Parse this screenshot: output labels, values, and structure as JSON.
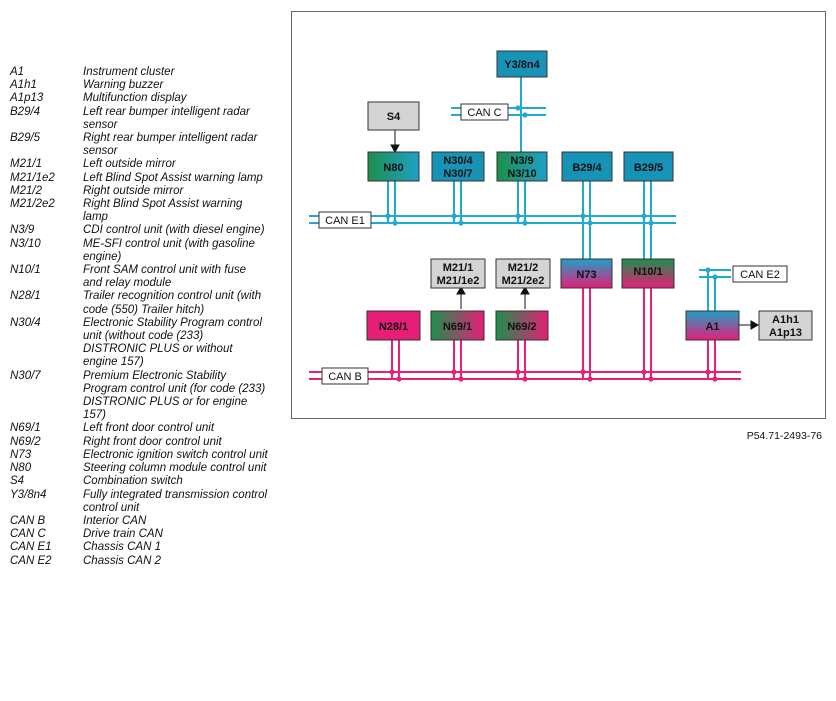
{
  "legend": [
    {
      "code": "A1",
      "desc": "Instrument cluster"
    },
    {
      "code": "A1h1",
      "desc": "Warning buzzer"
    },
    {
      "code": "A1p13",
      "desc": "Multifunction display"
    },
    {
      "code": "B29/4",
      "desc": "Left rear bumper intelligent radar sensor"
    },
    {
      "code": "B29/5",
      "desc": "Right rear bumper intelligent radar sensor"
    },
    {
      "code": "M21/1",
      "desc": "Left outside mirror"
    },
    {
      "code": "M21/1e2",
      "desc": "Left Blind Spot Assist warning lamp"
    },
    {
      "code": "M21/2",
      "desc": "Right outside mirror"
    },
    {
      "code": "M21/2e2",
      "desc": "Right Blind Spot Assist warning lamp"
    },
    {
      "code": "N3/9",
      "desc": "CDI control unit (with diesel engine)"
    },
    {
      "code": "N3/10",
      "desc": "ME-SFI control unit (with gasoline engine)"
    },
    {
      "code": "N10/1",
      "desc": "Front SAM control unit with fuse and relay module"
    },
    {
      "code": "N28/1",
      "desc": "Trailer recognition control unit (with code (550) Trailer hitch)"
    },
    {
      "code": "N30/4",
      "desc": "Electronic Stability Program control unit (without code (233) DISTRONIC PLUS or without engine 157)"
    },
    {
      "code": "N30/7",
      "desc": "Premium Electronic Stability Program control unit (for code (233) DISTRONIC PLUS or for engine 157)"
    },
    {
      "code": "N69/1",
      "desc": "Left front door control unit"
    },
    {
      "code": "N69/2",
      "desc": "Right front door control unit"
    },
    {
      "code": "N73",
      "desc": "Electronic ignition switch control unit"
    },
    {
      "code": "N80",
      "desc": "Steering column module control unit"
    },
    {
      "code": "S4",
      "desc": "Combination switch"
    },
    {
      "code": "Y3/8n4",
      "desc": "Fully integrated transmission control control unit"
    },
    {
      "code": "CAN B",
      "desc": "Interior CAN"
    },
    {
      "code": "CAN C",
      "desc": "Drive train CAN"
    },
    {
      "code": "CAN E1",
      "desc": "Chassis CAN 1"
    },
    {
      "code": "CAN E2",
      "desc": "Chassis CAN 2"
    }
  ],
  "diagram": {
    "bus_labels": {
      "can_c": "CAN C",
      "can_e1": "CAN E1",
      "can_e2": "CAN E2",
      "can_b": "CAN B"
    },
    "boxes": {
      "y3_8n4": "Y3/8n4",
      "s4": "S4",
      "n80": "N80",
      "n30": [
        "N30/4",
        "N30/7"
      ],
      "n3": [
        "N3/9",
        "N3/10"
      ],
      "b29_4": "B29/4",
      "b29_5": "B29/5",
      "m21_1": [
        "M21/1",
        "M21/1e2"
      ],
      "m21_2": [
        "M21/2",
        "M21/2e2"
      ],
      "n73": "N73",
      "n10_1": "N10/1",
      "n28_1": "N28/1",
      "n69_1": "N69/1",
      "n69_2": "N69/2",
      "a1": "A1",
      "a1_out": [
        "A1h1",
        "A1p13"
      ]
    },
    "colors": {
      "cyan_bus": "#22aacc",
      "magenta_bus": "#e8207a",
      "teal_box": "#1793b8",
      "green_box": "#1c8a4a",
      "grey_box": "#d4d4d4"
    }
  },
  "reference": "P54.71-2493-76"
}
